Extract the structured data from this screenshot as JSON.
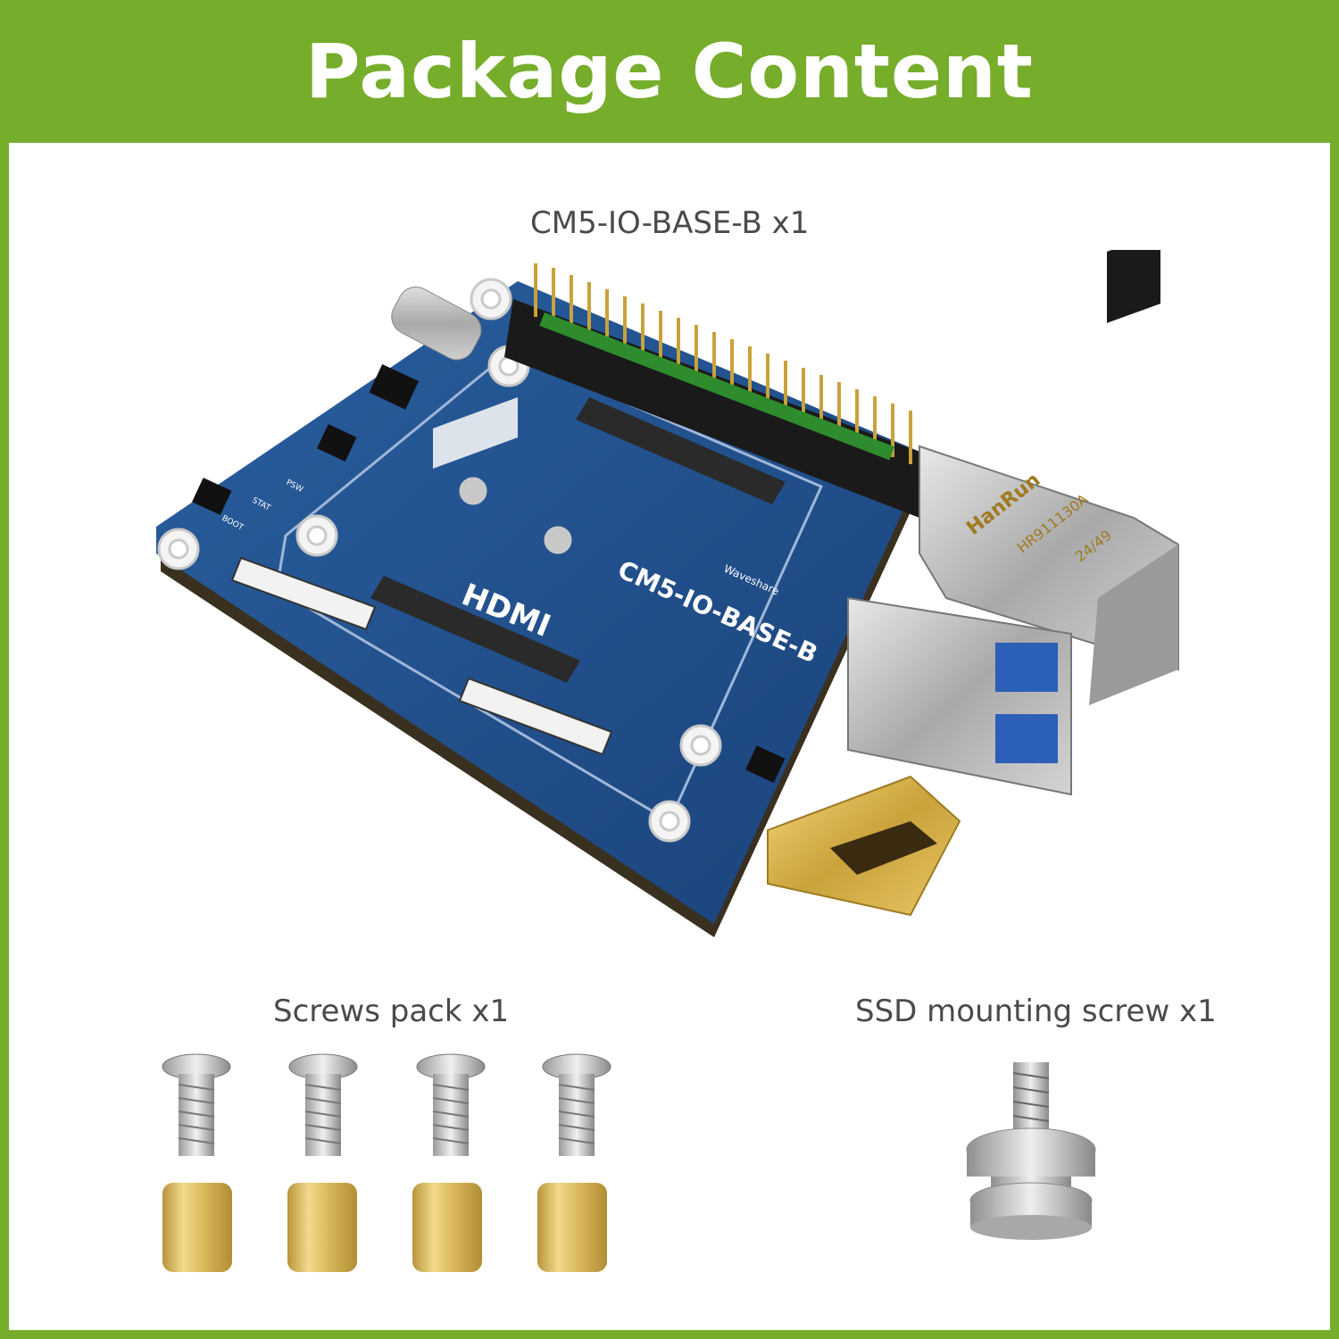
{
  "header": {
    "title": "Package Content"
  },
  "items": {
    "board": {
      "label": "CM5-IO-BASE-B x1",
      "silkscreen_name": "CM5-IO-BASE-B",
      "silkscreen_brand": "Waveshare",
      "silkscreen_hdmi": "HDMI",
      "silkscreen_boot": "BOOT",
      "silkscreen_stat": "STAT",
      "silkscreen_psw": "PSW",
      "rj45_brand": "HanRun",
      "rj45_model": "HR911130A",
      "rj45_code": "24/49"
    },
    "screws": {
      "label": "Screws pack x1",
      "count": 4
    },
    "ssd_screw": {
      "label": "SSD mounting screw x1"
    }
  },
  "colors": {
    "brand_green": "#76ad2a",
    "pcb_blue": "#1f4f8c",
    "brass": "#d8b85a"
  }
}
